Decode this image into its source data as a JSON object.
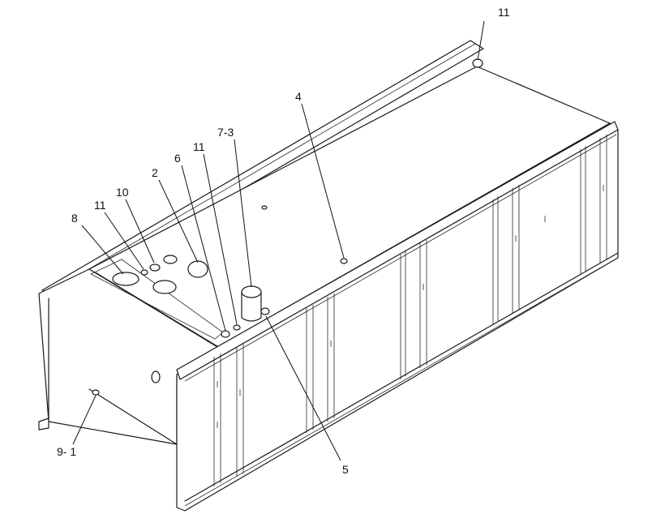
{
  "diagram": {
    "callouts": [
      {
        "id": "c-11-top",
        "text": "11"
      },
      {
        "id": "c-4",
        "text": "4"
      },
      {
        "id": "c-7-3",
        "text": "7-3"
      },
      {
        "id": "c-11-mid",
        "text": "11"
      },
      {
        "id": "c-6",
        "text": "6"
      },
      {
        "id": "c-2",
        "text": "2"
      },
      {
        "id": "c-10",
        "text": "10"
      },
      {
        "id": "c-11-left",
        "text": "11"
      },
      {
        "id": "c-8",
        "text": "8"
      },
      {
        "id": "c-9-1",
        "text": "9- 1"
      },
      {
        "id": "c-5",
        "text": "5"
      }
    ],
    "colors": {
      "line": "#1a1a1a",
      "background": "#ffffff"
    }
  }
}
